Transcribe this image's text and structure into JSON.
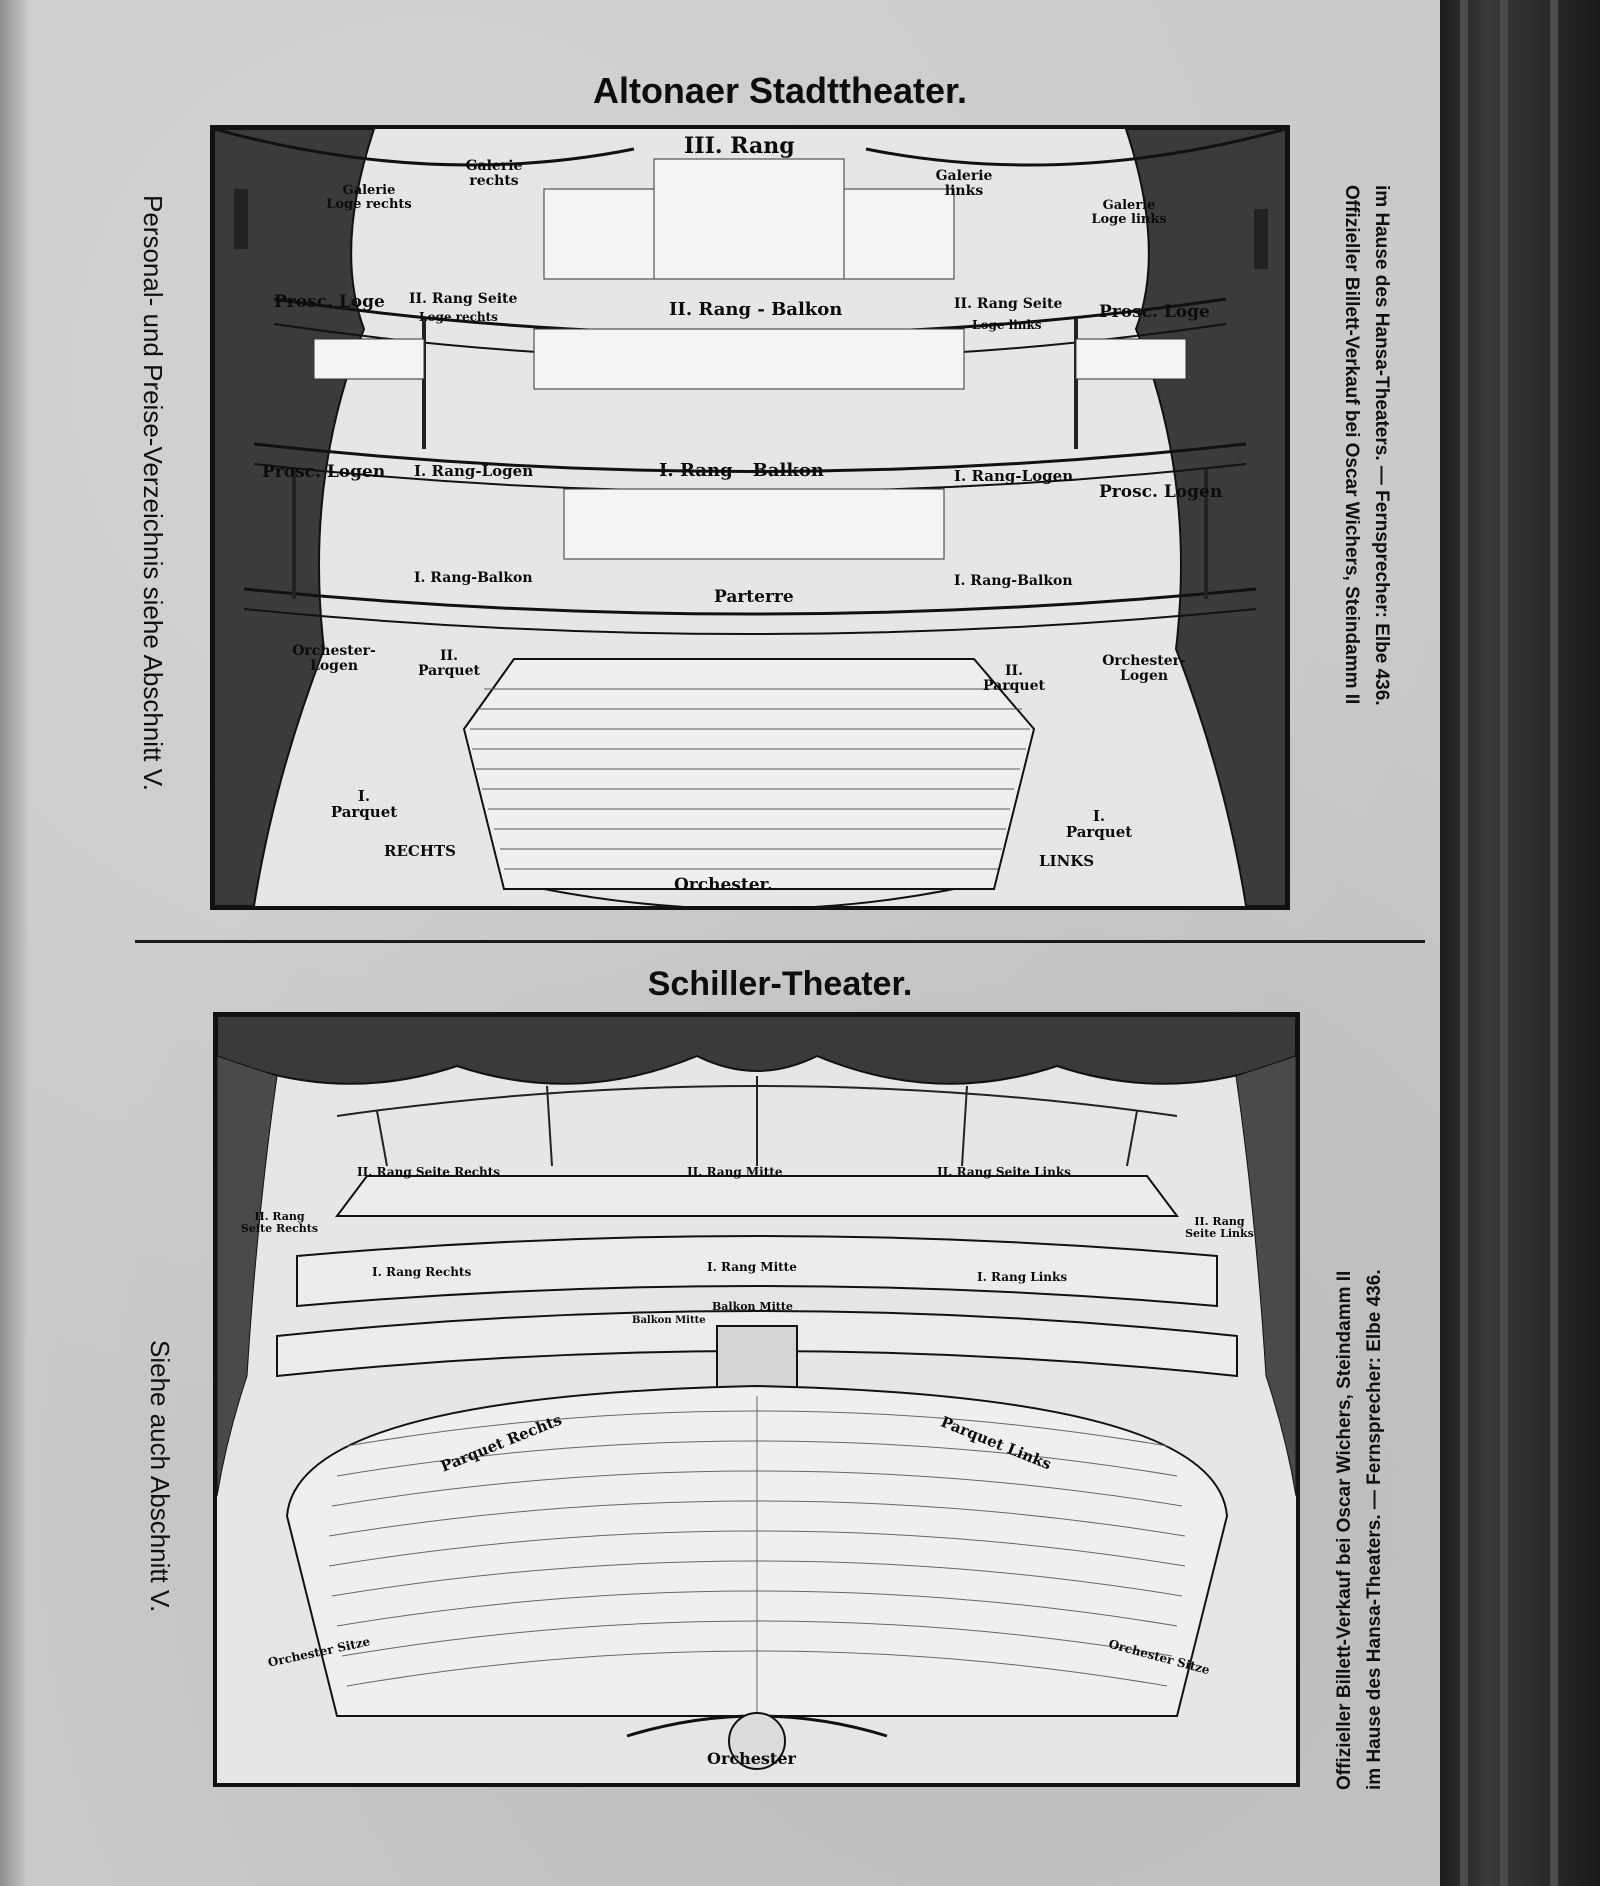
{
  "top_title": "Altonaer Stadttheater.",
  "bottom_title": "Schiller-Theater.",
  "side_left_top": "Personal- und Preise-Verzeichnis siehe Abschnitt V.",
  "side_left_bottom": "Siehe auch Abschnitt V.",
  "side_right_top": {
    "line1": "Offizieller Billett-Verkauf bei Oscar Wichers, Steindamm II",
    "line2": "im Hause des Hansa-Theaters. — Fernsprecher: Elbe 436."
  },
  "side_right_bottom": {
    "line1": "Offizieller Billett-Verkauf bei Oscar Wichers, Steindamm II",
    "line2": "im Hause des Hansa-Theaters. — Fernsprecher: Elbe 436."
  },
  "altona": {
    "rang3": "III. Rang",
    "galerie_rechts": "Galerie rechts",
    "galerie_links": "Galerie links",
    "galerie_loge_rechts": "Galerie Loge rechts",
    "galerie_loge_links": "Galerie Loge links",
    "prosc_loge_l": "Prosc. Loge",
    "prosc_loge_r": "Prosc. Loge",
    "rang2_seite_l": "II. Rang Seite",
    "rang2_seite_l_sub": "Loge rechts",
    "rang2_balkon": "II. Rang - Balkon",
    "rang2_seite_r": "II. Rang Seite",
    "rang2_seite_r_sub": "Loge links",
    "prosc_logen_l": "Prosc. Logen",
    "prosc_logen_r": "Prosc. Logen",
    "rang1_logen_l": "I. Rang-Logen",
    "rang1_balkon": "I. Rang - Balkon",
    "rang1_logen_r": "I. Rang-Logen",
    "rang1_balkon_l": "I. Rang-Balkon",
    "rang1_balkon_r": "I. Rang-Balkon",
    "parterre": "Parterre",
    "parquet2_l": "II. Parquet",
    "parquet2_r": "II. Parquet",
    "orch_logen_l": "Orchester-Logen",
    "orch_logen_r": "Orchester-Logen",
    "parquet1_l": "I. Parquet",
    "rechts": "RECHTS",
    "parquet1_r": "I. Parquet",
    "links": "LINKS",
    "orchester": "Orchester."
  },
  "schiller": {
    "rang2_seite_rechts": "II. Rang Seite Rechts",
    "rang2_mitte": "II. Rang Mitte",
    "rang2_seite_links": "II. Rang Seite Links",
    "rang2_seite_rechts_side": "II. Rang Seite Rechts",
    "rang2_seite_links_side": "II. Rang Seite Links",
    "rang1_rechts": "I. Rang Rechts",
    "rang1_mitte": "I. Rang Mitte",
    "rang1_links": "I. Rang Links",
    "balkon_mitte": "Balkon Mitte",
    "balkon_mitte2": "Balkon Mitte",
    "parquet_rechts": "Parquet Rechts",
    "parquet_links": "Parquet Links",
    "orchester_sitze_l": "Orchester Sitze",
    "orchester_sitze_r": "Orchester Sitze",
    "orchester": "Orchester"
  }
}
